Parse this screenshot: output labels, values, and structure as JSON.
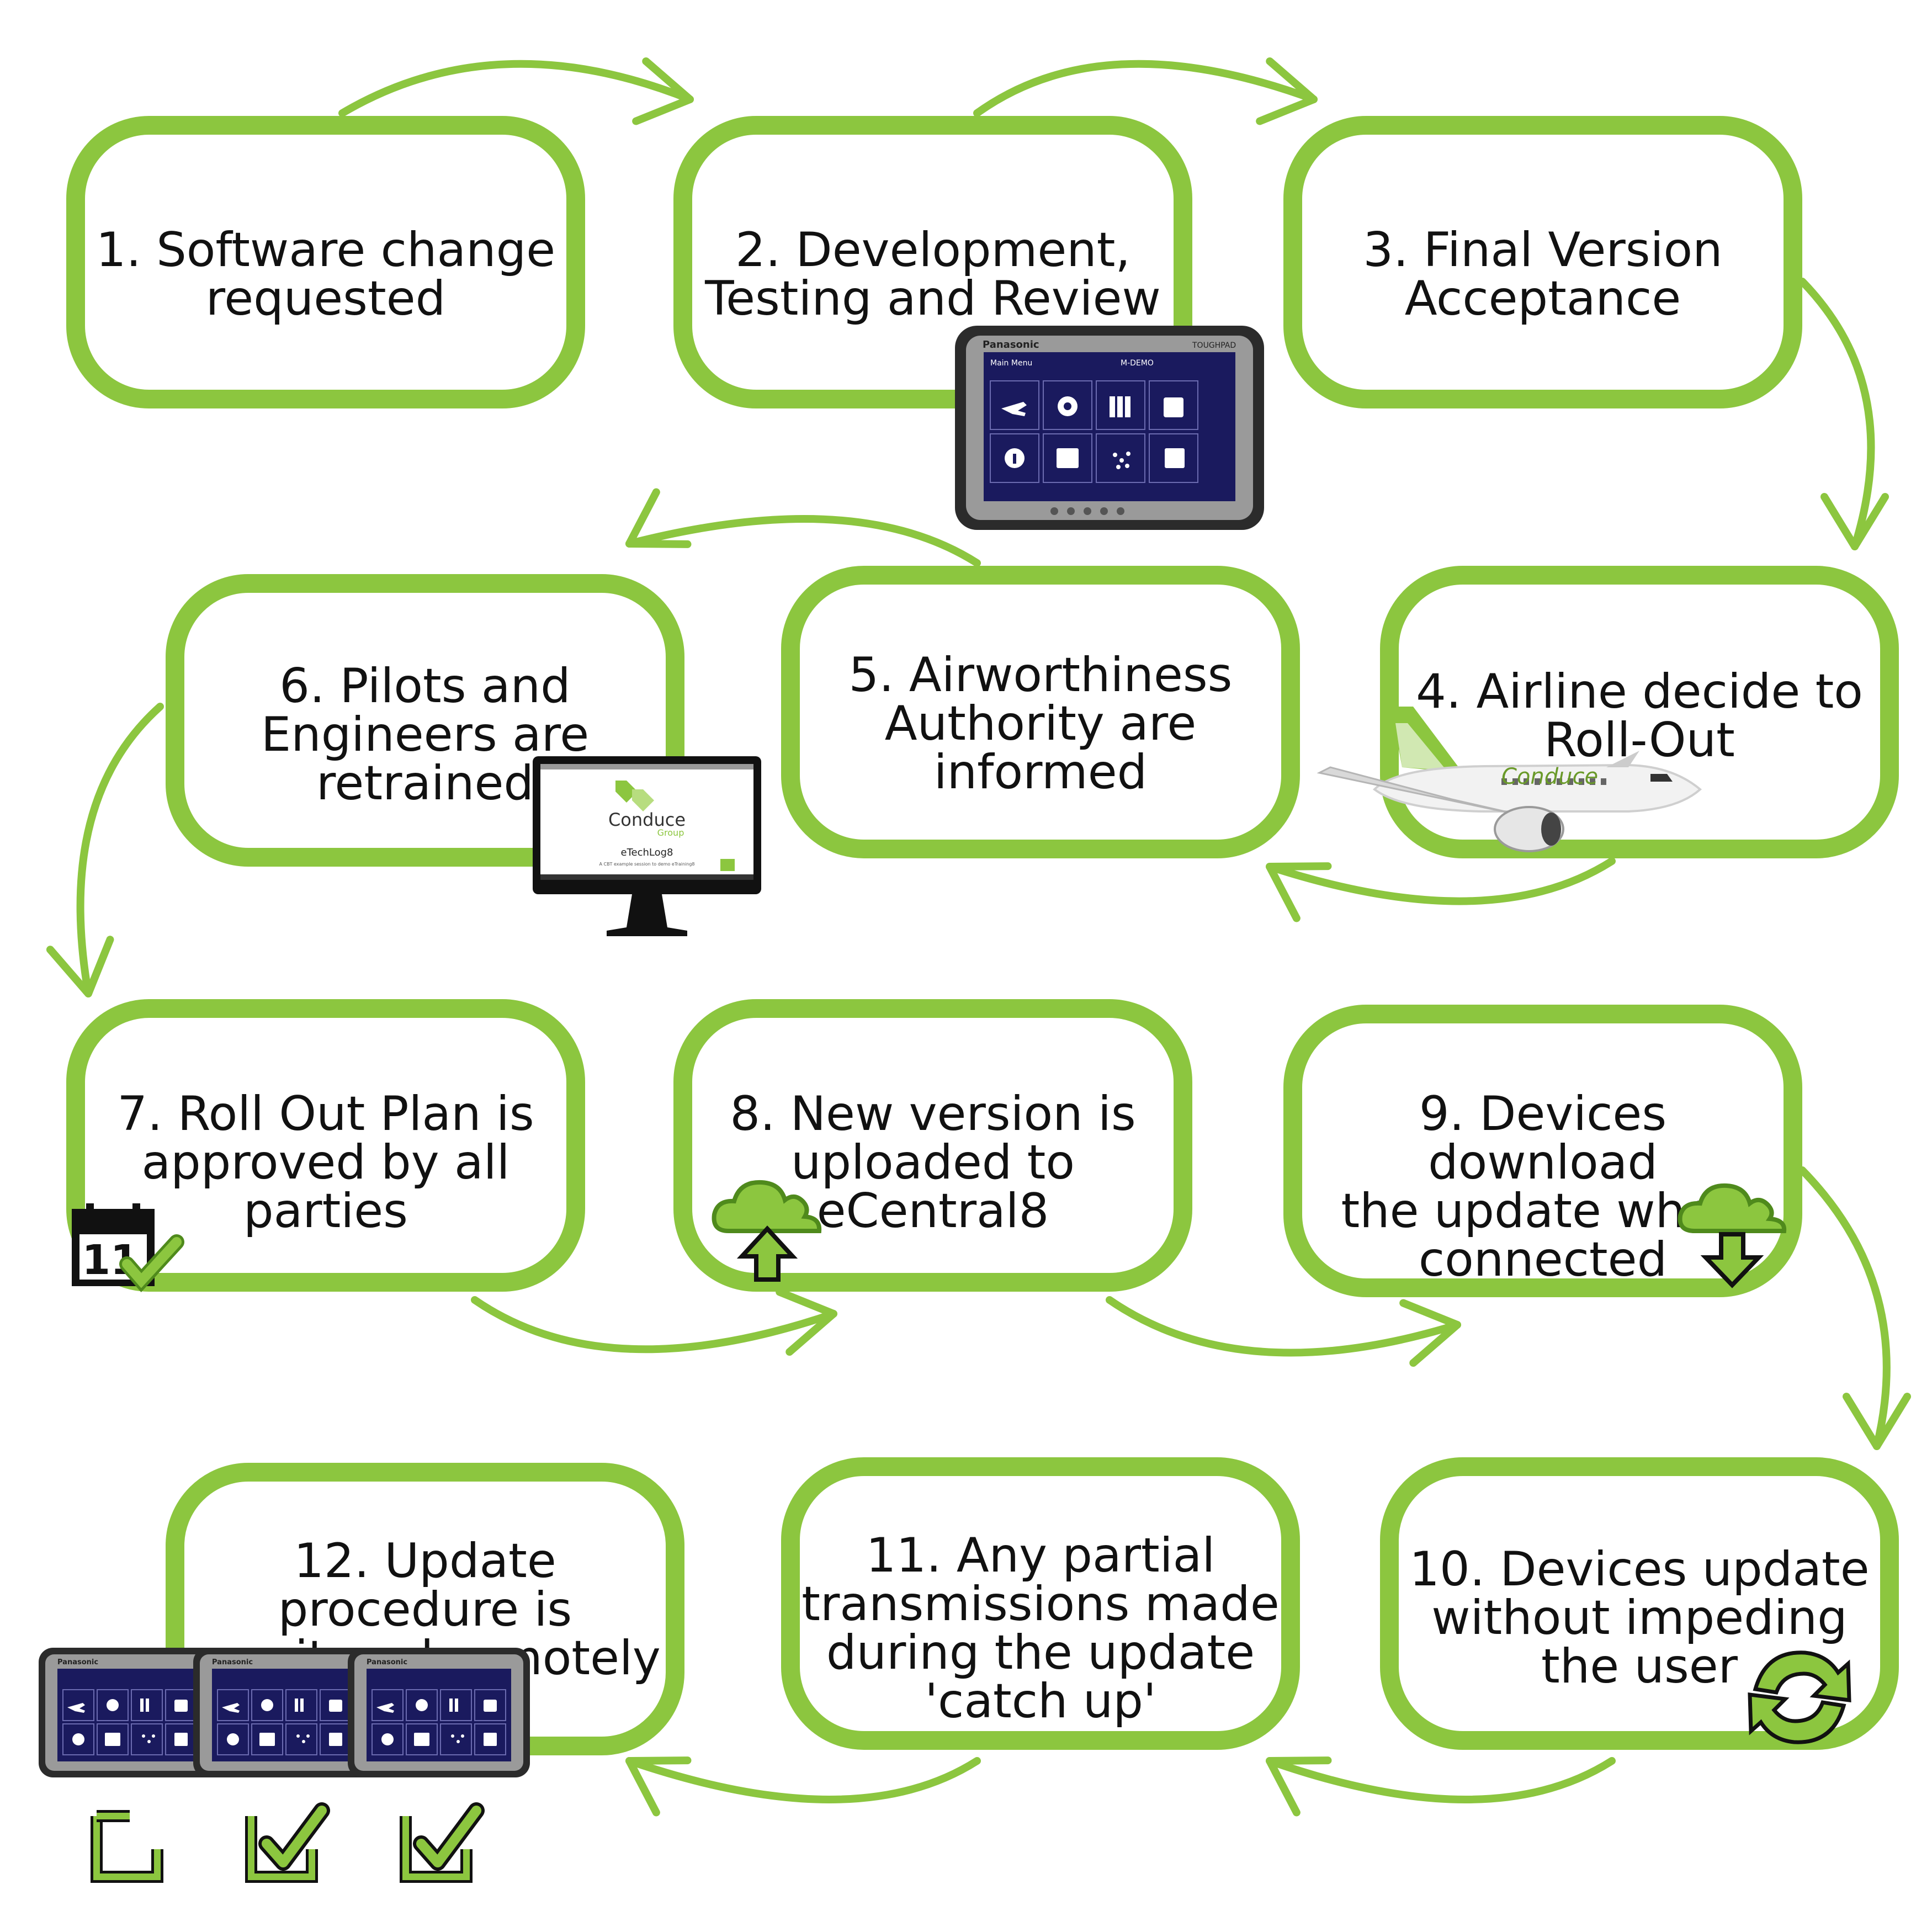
{
  "colors": {
    "accent": "#8cc63f",
    "accent_dark": "#4f8a1c",
    "text": "#111111",
    "tablet_screen": "#1a1a5e",
    "tablet_body": "#2b2b2b"
  },
  "steps": [
    {
      "id": 1,
      "text": "1. Software change\nrequested"
    },
    {
      "id": 2,
      "text": "2. Development,\nTesting and Review"
    },
    {
      "id": 3,
      "text": "3. Final Version\nAcceptance"
    },
    {
      "id": 4,
      "text": "4. Airline decide to\nRoll-Out"
    },
    {
      "id": 5,
      "text": "5. Airworthiness\nAuthority are\ninformed"
    },
    {
      "id": 6,
      "text": "6. Pilots and\nEngineers are\nretrained"
    },
    {
      "id": 7,
      "text": "7. Roll Out Plan is\napproved by all\nparties"
    },
    {
      "id": 8,
      "text": "8. New version is\nuploaded to\neCentral8"
    },
    {
      "id": 9,
      "text": "9. Devices download\nthe update when\nconnected"
    },
    {
      "id": 10,
      "text": "10. Devices update\nwithout impeding\nthe user"
    },
    {
      "id": 11,
      "text": "11. Any partial\ntransmissions made\nduring the update\n'catch up'"
    },
    {
      "id": 12,
      "text": "12. Update\nprocedure is\nmonitored remotely"
    }
  ],
  "monitor": {
    "brand": "Conduce",
    "sub": "Group",
    "title": "eTechLog8",
    "caption": "A CBT example session to demo eTraining8"
  },
  "tablet": {
    "brand": "Panasonic",
    "tag": "TOUGHPAD",
    "screen_title": "Main Menu",
    "status": "M-DEMO"
  },
  "calendar": {
    "day": "11"
  },
  "aircraft": {
    "livery": "Conduce"
  },
  "icons": [
    "tablet-icon",
    "monitor-icon",
    "aircraft-icon",
    "calendar-check-icon",
    "cloud-upload-icon",
    "cloud-download-icon",
    "refresh-icon",
    "checkbox-icon"
  ]
}
